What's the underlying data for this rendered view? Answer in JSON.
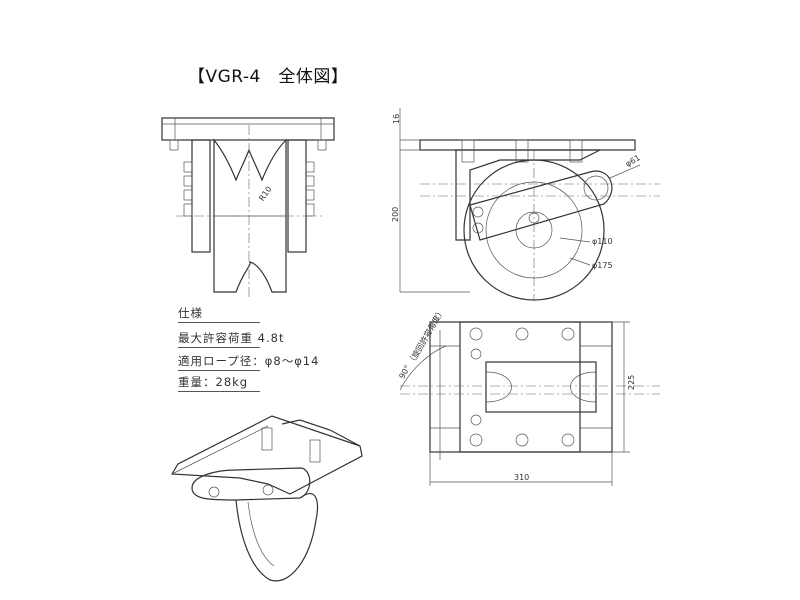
{
  "title": "【VGR-4　全体図】",
  "specs": {
    "heading": "仕様",
    "max_load": "最大許容荷重 4.8t",
    "rope_diameter": "適用ロープ径：φ8～φ14",
    "weight": "重量：28kg"
  },
  "dimensions": {
    "radius": "R10",
    "plate_thickness": "16",
    "height": "200",
    "d61": "φ61",
    "d110": "φ110",
    "d175": "φ175",
    "angle": "90°",
    "angle_note": "（旋回許容角度）",
    "depth": "225",
    "width": "310"
  }
}
